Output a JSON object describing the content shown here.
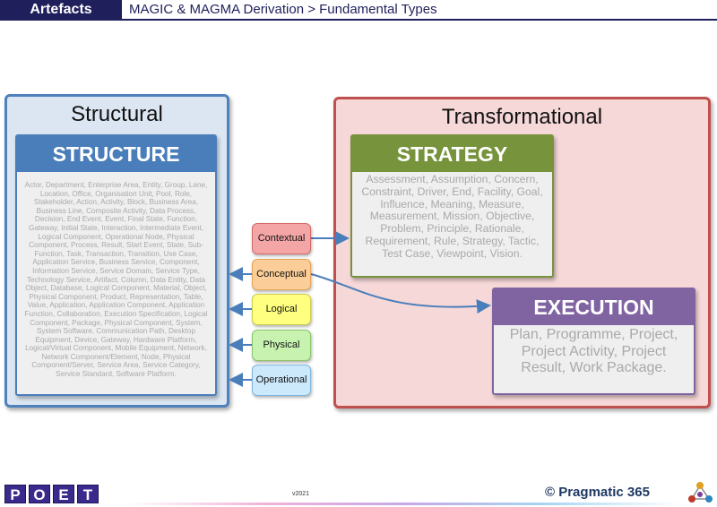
{
  "header": {
    "section": "Artefacts",
    "breadcrumb": "MAGIC & MAGMA Derivation > Fundamental Types"
  },
  "panels": {
    "structural": {
      "title": "Structural",
      "box": {
        "heading": "STRUCTURE",
        "body": "Actor, Department, Enterprise Area, Entity, Group, Lane, Location, Office, Organisation Unit, Pool, Role, Stakeholder, Action, Activity, Block, Business Area, Business Line, Composite Activity, Data Process, Decision, End Event, Event, Final State, Function, Gateway, Initial State, Interaction, Intermediate Event, Logical Component, Operational Node, Physical Component, Process, Result, Start Event, State, Sub-Function, Task, Transaction, Transition, Use Case, Application Service, Business Service, Component, Information Service, Service Domain, Service Type, Technology Service, Artifact, Column, Data Entity, Data Object, Database, Logical Component, Material, Object, Physical Component, Product, Representation, Table, Value, Application, Application Component, Application Function, Collaboration, Execution Specification, Logical Component, Package, Physical Component, System, System Software, Communication Path, Desktop Equipment, Device, Gateway, Hardware Platform, Logical/Virtual Component, Mobile Equipment, Network, Network Component/Element, Node, Physical Component/Server, Service Area, Service Category, Service Standard, Software Platform."
      }
    },
    "transformational": {
      "title": "Transformational",
      "strategy": {
        "heading": "STRATEGY",
        "body": "Assessment, Assumption, Concern, Constraint, Driver, End, Facility, Goal, Influence, Meaning, Measure, Measurement, Mission, Objective, Problem, Principle, Rationale, Requirement, Rule, Strategy, Tactic, Test Case, Viewpoint, Vision."
      },
      "execution": {
        "heading": "EXECUTION",
        "body": "Plan, Programme, Project, Project Activity, Project Result, Work Package."
      }
    }
  },
  "layers": [
    {
      "label": "Contextual",
      "color": "#f4a6a6"
    },
    {
      "label": "Conceptual",
      "color": "#fbcd98"
    },
    {
      "label": "Logical",
      "color": "#ffff80"
    },
    {
      "label": "Physical",
      "color": "#c7f2b0"
    },
    {
      "label": "Operational",
      "color": "#cce8fb"
    }
  ],
  "footer": {
    "logo_letters": [
      "P",
      "O",
      "E",
      "T"
    ],
    "version": "v2021",
    "brand": "© Pragmatic 365"
  },
  "colors": {
    "header": "#1f1f5c",
    "structural": "#4f81bd",
    "transformational": "#c0504d",
    "strategy": "#77933c",
    "execution": "#8064a2",
    "arrow": "#4a7ebb"
  }
}
